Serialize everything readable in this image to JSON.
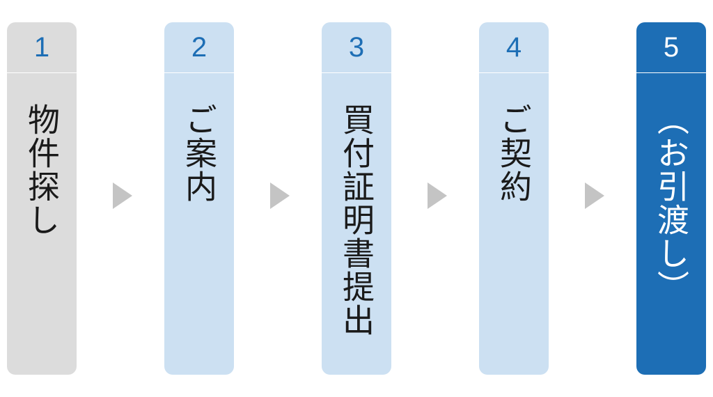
{
  "colors": {
    "inactive_box": "#dcdcdc",
    "upcoming_box": "#cce0f2",
    "final_box": "#1d6eb5",
    "number_text": "#1d6eb5",
    "label_text": "#1a1a1a",
    "arrow": "#c4c4c4"
  },
  "steps": [
    {
      "number": "1",
      "label": "物件探し"
    },
    {
      "number": "2",
      "label": "ご案内"
    },
    {
      "number": "3",
      "label": "買付証明書提出"
    },
    {
      "number": "4",
      "label": "ご契約"
    },
    {
      "number": "5",
      "label": "（お引渡し）"
    }
  ],
  "arrow_icon": "triangle-right-icon"
}
